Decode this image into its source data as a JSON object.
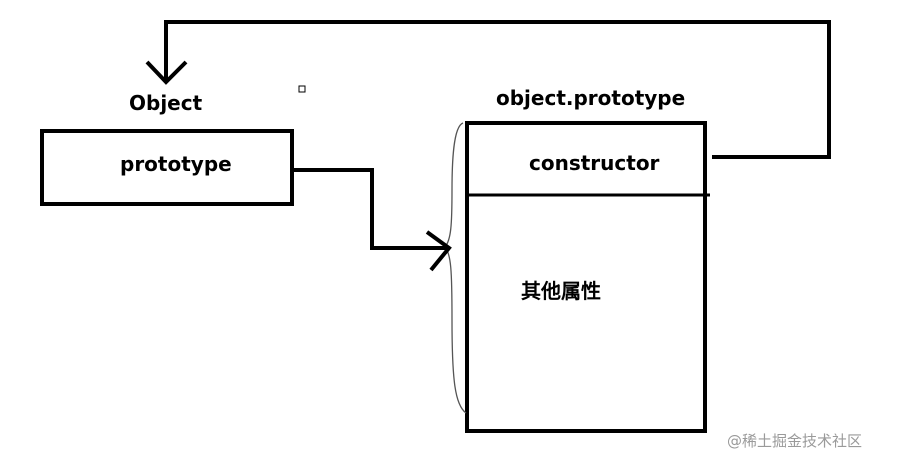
{
  "diagram": {
    "object_label": "Object",
    "object_box_label": "prototype",
    "proto_title": "object.prototype",
    "proto_constructor_label": "constructor",
    "proto_other_label": "其他属性"
  },
  "watermark": "@稀土掘金技术社区"
}
